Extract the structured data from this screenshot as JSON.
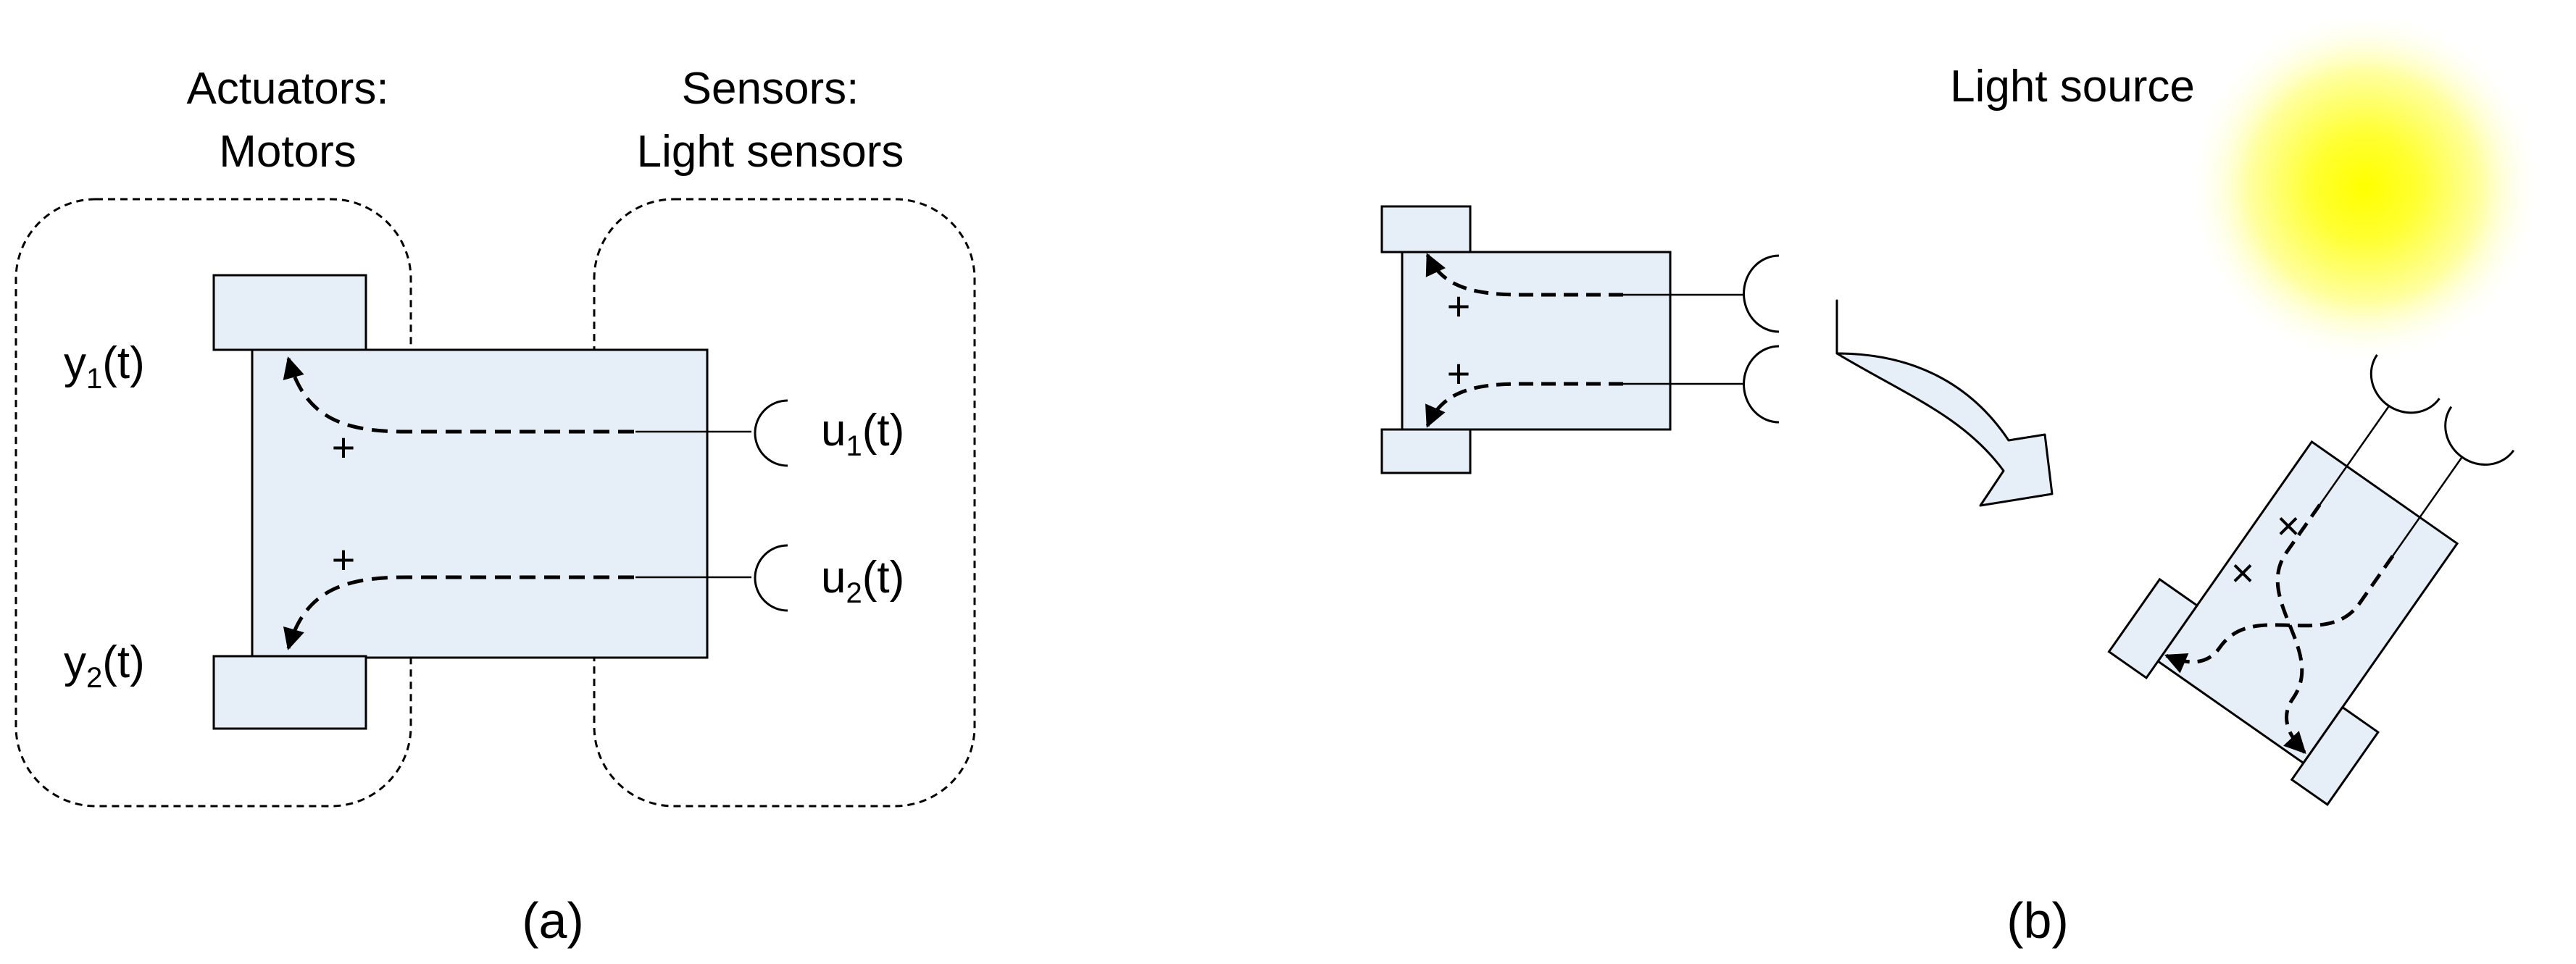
{
  "panel_a": {
    "actuators_line1": "Actuators:",
    "actuators_line2": "Motors",
    "sensors_line1": "Sensors:",
    "sensors_line2": "Light sensors",
    "y1": "y",
    "y1_sub": "1",
    "y1_arg": "(t)",
    "y2": "y",
    "y2_sub": "2",
    "y2_arg": "(t)",
    "u1": "u",
    "u1_sub": "1",
    "u1_arg": "(t)",
    "u2": "u",
    "u2_sub": "2",
    "u2_arg": "(t)",
    "sign_top": "+",
    "sign_bottom": "+",
    "caption": "(a)"
  },
  "panel_b": {
    "light_source_label": "Light source",
    "sign_top": "+",
    "sign_bottom": "+",
    "sign_rot_1": "×",
    "sign_rot_2": "×",
    "caption": "(b)"
  },
  "colors": {
    "body_fill": "#e6eef8",
    "stroke": "#000000",
    "light_center": "#ffff00"
  }
}
